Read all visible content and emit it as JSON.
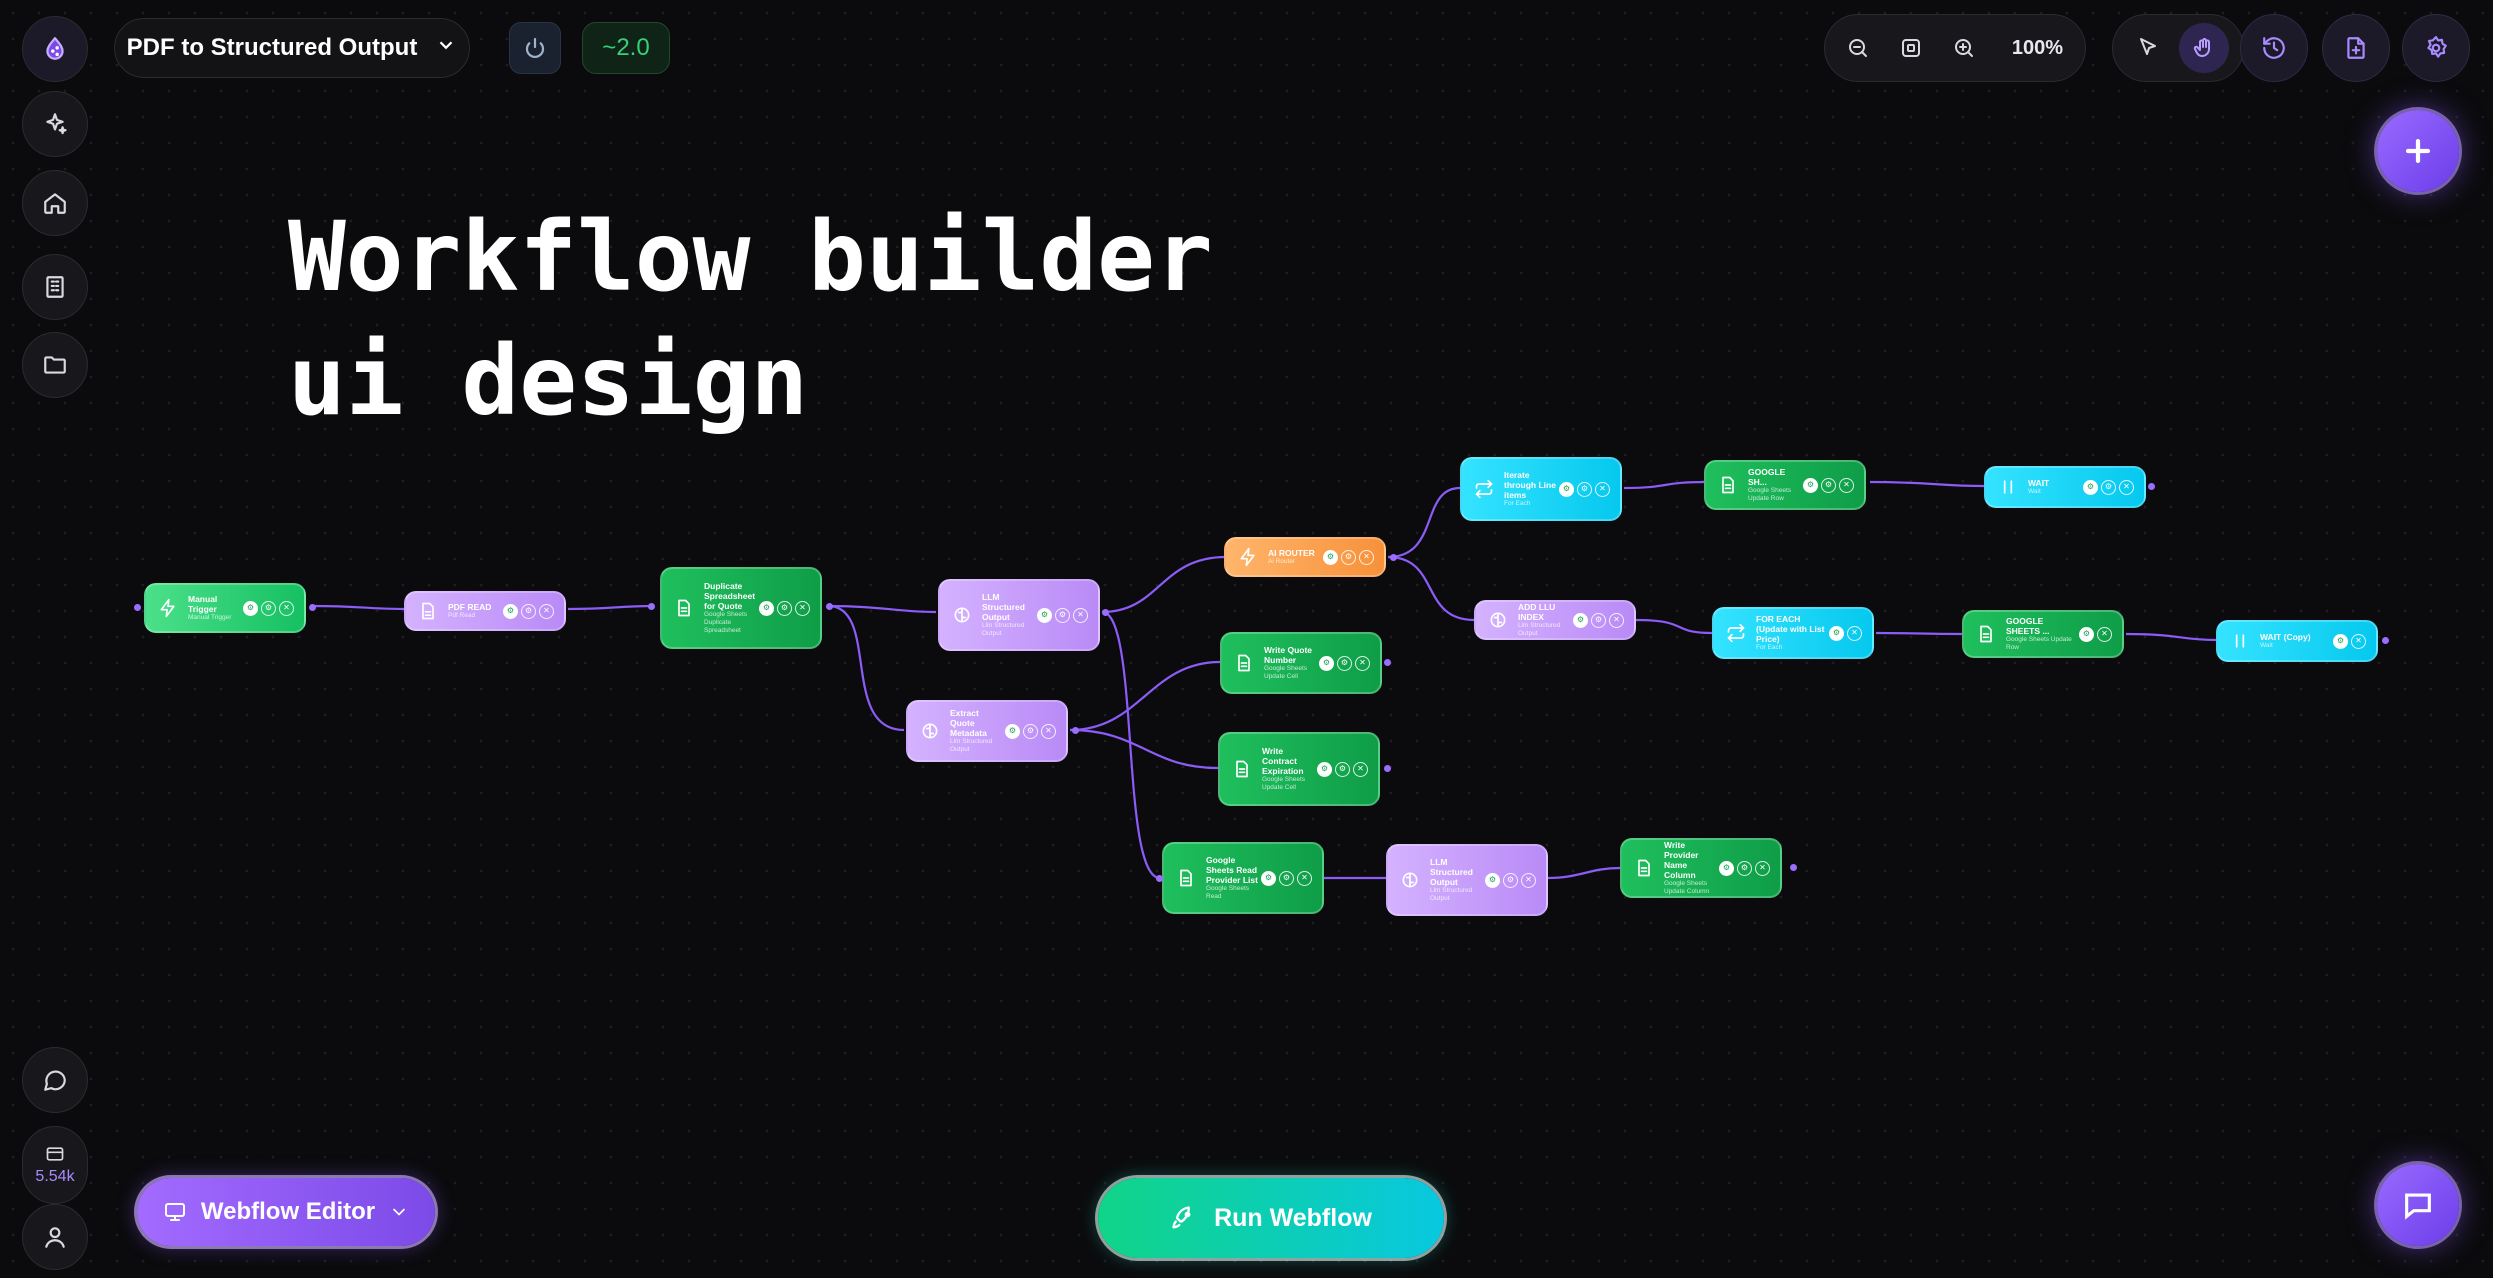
{
  "workflow": {
    "name": "PDF to Structured Output"
  },
  "header": {
    "version": "~2.0",
    "zoom": "100%"
  },
  "headline": {
    "line1": "Workflow builder",
    "line2": "ui design"
  },
  "sidebar": {
    "credits": "5.54k"
  },
  "bottom": {
    "editor_label": "Webflow Editor",
    "run_label": "Run Webflow"
  },
  "colors": {
    "accent": "#8b5cf6",
    "green": "#16c062",
    "cyan": "#06c8ee",
    "orange": "#f7913a",
    "purple": "#c49bfa"
  },
  "nodes": {
    "n1": {
      "title": "Manual Trigger",
      "sub": "Manual Trigger"
    },
    "n2": {
      "title": "PDF READ",
      "sub": "Pdf Read"
    },
    "n3": {
      "title": "Duplicate Spreadsheet for Quote",
      "sub": "Google Sheets Duplicate Spreadsheet"
    },
    "n4": {
      "title": "LLM Structured Output",
      "sub": "Llm Structured Output"
    },
    "n5": {
      "title": "Extract Quote Metadata",
      "sub": "Llm Structured Output"
    },
    "n6": {
      "title": "AI ROUTER",
      "sub": "Ai Router"
    },
    "n7": {
      "title": "Iterate through Line items",
      "sub": "For Each"
    },
    "n8": {
      "title": "GOOGLE SH...",
      "sub": "Google Sheets Update Row"
    },
    "n9": {
      "title": "WAIT",
      "sub": "Wait"
    },
    "n10": {
      "title": "ADD LLU INDEX",
      "sub": "Llm Structured Output"
    },
    "n11": {
      "title": "FOR EACH (Update with List Price)",
      "sub": "For Each"
    },
    "n12": {
      "title": "GOOGLE SHEETS ...",
      "sub": "Google Sheets Update Row"
    },
    "n13": {
      "title": "WAIT (Copy)",
      "sub": "Wait"
    },
    "n14": {
      "title": "Write Quote Number",
      "sub": "Google Sheets Update Cell"
    },
    "n15": {
      "title": "Write Contract Expiration",
      "sub": "Google Sheets Update Cell"
    },
    "n16": {
      "title": "Google Sheets Read Provider List",
      "sub": "Google Sheets Read"
    },
    "n17": {
      "title": "LLM Structured Output",
      "sub": "Llm Structured Output"
    },
    "n18": {
      "title": "Write Provider Name Column",
      "sub": "Google Sheets Update Column"
    }
  }
}
